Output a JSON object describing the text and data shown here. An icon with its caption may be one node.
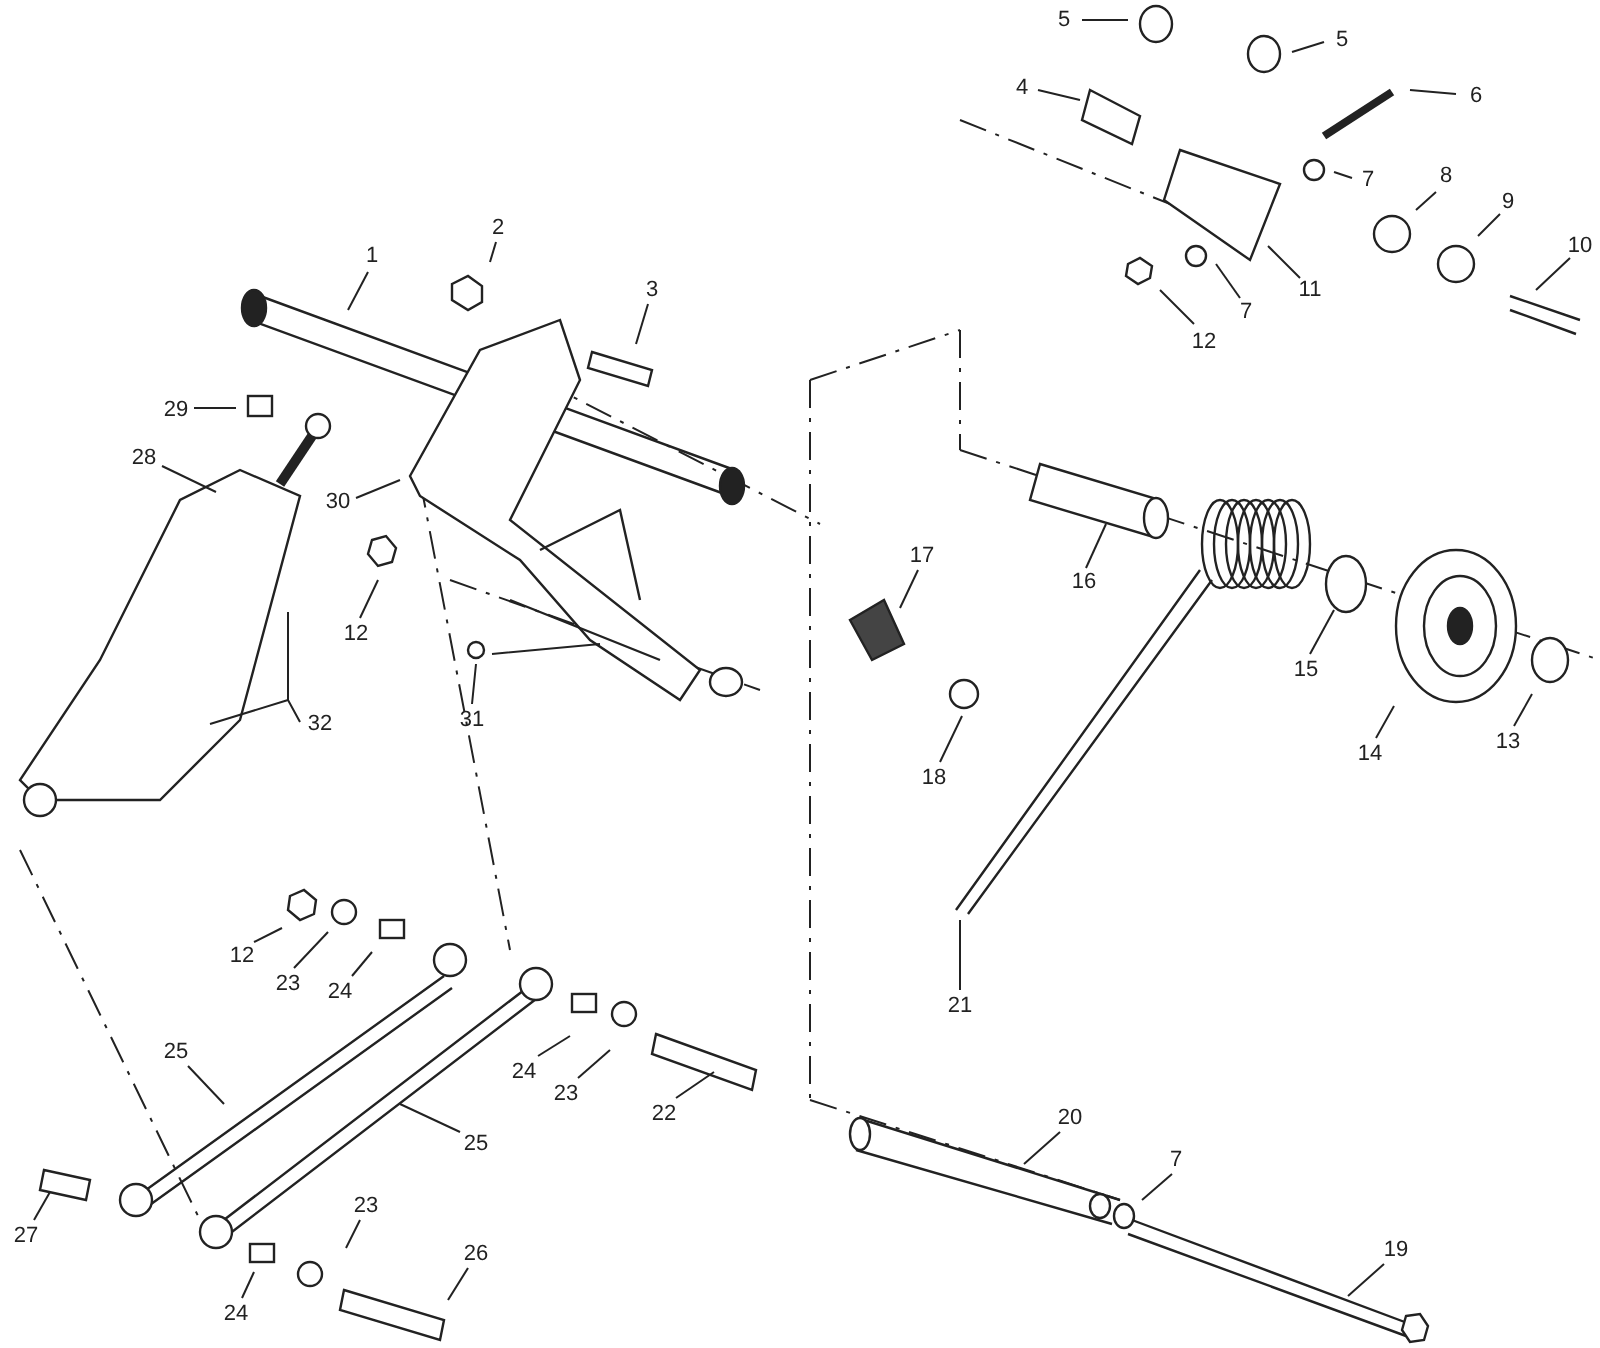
{
  "diagram": {
    "nodes": [
      {
        "text": [
          "5"
        ]
      },
      {
        "text": [
          "5"
        ]
      },
      {
        "text": [
          "4"
        ]
      },
      {
        "text": [
          "6"
        ]
      },
      {
        "text": [
          "7"
        ]
      },
      {
        "text": [
          "8"
        ]
      },
      {
        "text": [
          "9"
        ]
      },
      {
        "text": [
          "10"
        ]
      },
      {
        "text": [
          "11"
        ]
      },
      {
        "text": [
          "7"
        ]
      },
      {
        "text": [
          "12"
        ]
      },
      {
        "text": [
          "1"
        ]
      },
      {
        "text": [
          "2"
        ]
      },
      {
        "text": [
          "3"
        ]
      },
      {
        "text": [
          "29"
        ]
      },
      {
        "text": [
          "28"
        ]
      },
      {
        "text": [
          "30"
        ]
      },
      {
        "text": [
          "17"
        ]
      },
      {
        "text": [
          "16"
        ]
      },
      {
        "text": [
          "12"
        ]
      },
      {
        "text": [
          "15"
        ]
      },
      {
        "text": [
          "14"
        ]
      },
      {
        "text": [
          "13"
        ]
      },
      {
        "text": [
          "31"
        ]
      },
      {
        "text": [
          "32"
        ]
      },
      {
        "text": [
          "18"
        ]
      },
      {
        "text": [
          "21"
        ]
      },
      {
        "text": [
          "12"
        ]
      },
      {
        "text": [
          "23"
        ]
      },
      {
        "text": [
          "24"
        ]
      },
      {
        "text": [
          "25"
        ]
      },
      {
        "text": [
          "25"
        ]
      },
      {
        "text": [
          "24"
        ]
      },
      {
        "text": [
          "23"
        ]
      },
      {
        "text": [
          "22"
        ]
      },
      {
        "text": [
          "20"
        ]
      },
      {
        "text": [
          "7"
        ]
      },
      {
        "text": [
          "19"
        ]
      },
      {
        "text": [
          "27"
        ]
      },
      {
        "text": [
          "23"
        ]
      },
      {
        "text": [
          "26"
        ]
      },
      {
        "text": [
          "24"
        ]
      }
    ],
    "edges": [
      {
        "from": 0,
        "to": null,
        "arrow": "none"
      },
      {
        "from": 1,
        "to": null,
        "arrow": "none"
      },
      {
        "from": 2,
        "to": null,
        "arrow": "none"
      },
      {
        "from": 3,
        "to": null,
        "arrow": "none"
      },
      {
        "from": 4,
        "to": null,
        "arrow": "none"
      },
      {
        "from": 5,
        "to": null,
        "arrow": "none"
      },
      {
        "from": 6,
        "to": null,
        "arrow": "none"
      },
      {
        "from": 7,
        "to": null,
        "arrow": "none"
      },
      {
        "from": 8,
        "to": null,
        "arrow": "none"
      },
      {
        "from": 9,
        "to": null,
        "arrow": "none"
      },
      {
        "from": 10,
        "to": null,
        "arrow": "none"
      },
      {
        "from": 11,
        "to": null,
        "arrow": "none"
      },
      {
        "from": 12,
        "to": null,
        "arrow": "none"
      },
      {
        "from": 13,
        "to": null,
        "arrow": "none"
      },
      {
        "from": 14,
        "to": null,
        "arrow": "none"
      },
      {
        "from": 15,
        "to": null,
        "arrow": "none"
      },
      {
        "from": 16,
        "to": null,
        "arrow": "none"
      },
      {
        "from": 17,
        "to": null,
        "arrow": "none"
      },
      {
        "from": 18,
        "to": null,
        "arrow": "none"
      },
      {
        "from": 19,
        "to": null,
        "arrow": "none"
      },
      {
        "from": 20,
        "to": null,
        "arrow": "none"
      },
      {
        "from": 21,
        "to": null,
        "arrow": "none"
      },
      {
        "from": 22,
        "to": null,
        "arrow": "none"
      },
      {
        "from": 23,
        "to": null,
        "arrow": "none"
      },
      {
        "from": 24,
        "to": null,
        "arrow": "none"
      },
      {
        "from": 25,
        "to": null,
        "arrow": "none"
      },
      {
        "from": 26,
        "to": null,
        "arrow": "none"
      },
      {
        "from": 27,
        "to": null,
        "arrow": "none"
      },
      {
        "from": 28,
        "to": null,
        "arrow": "none"
      },
      {
        "from": 29,
        "to": null,
        "arrow": "none"
      },
      {
        "from": 30,
        "to": null,
        "arrow": "none"
      },
      {
        "from": 31,
        "to": null,
        "arrow": "none"
      },
      {
        "from": 32,
        "to": null,
        "arrow": "none"
      },
      {
        "from": 33,
        "to": null,
        "arrow": "none"
      },
      {
        "from": 34,
        "to": null,
        "arrow": "none"
      },
      {
        "from": 35,
        "to": null,
        "arrow": "none"
      },
      {
        "from": 36,
        "to": null,
        "arrow": "none"
      },
      {
        "from": 37,
        "to": null,
        "arrow": "none"
      },
      {
        "from": 38,
        "to": null,
        "arrow": "none"
      },
      {
        "from": 39,
        "to": null,
        "arrow": "none"
      },
      {
        "from": 40,
        "to": null,
        "arrow": "none"
      },
      {
        "from": 41,
        "to": null,
        "arrow": "none"
      }
    ]
  }
}
